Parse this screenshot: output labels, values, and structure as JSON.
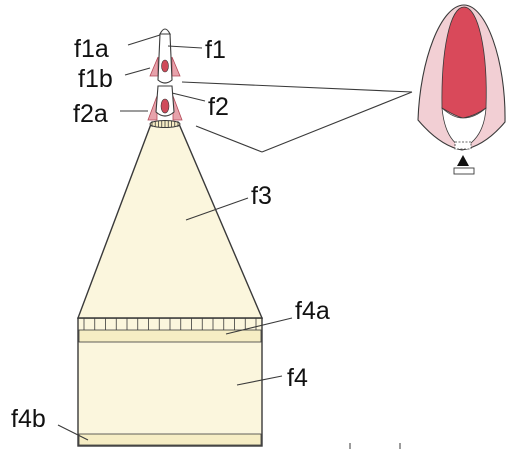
{
  "labels": {
    "f1a": "f1a",
    "f1": "f1",
    "f1b": "f1b",
    "f2": "f2",
    "f2a": "f2a",
    "f3": "f3",
    "f4a": "f4a",
    "f4": "f4",
    "f4b": "f4b"
  },
  "colors": {
    "cream": "#fbf6dd",
    "cream_band": "#f6edc4",
    "outline": "#3a3a3a",
    "fin_pink": "#e7a2ab",
    "fin_red": "#cf4b5a",
    "inset_red": "#d9495a",
    "inset_shade": "#f2cfd4"
  },
  "icons": {
    "inset_arrow": "up-arrow-icon"
  }
}
